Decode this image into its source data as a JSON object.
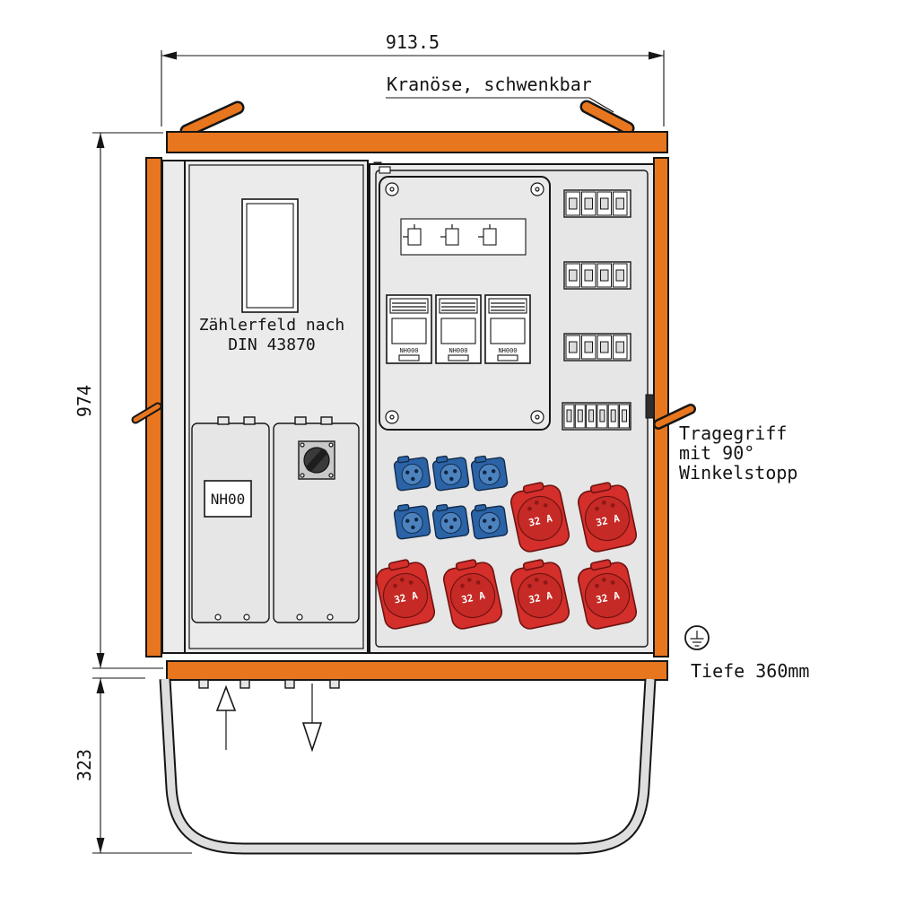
{
  "drawing": {
    "crane_label": "Kranöse, schwenkbar",
    "dim_width": "913.5",
    "dim_height": "974",
    "dim_base": "323",
    "depth_note": "Tiefe 360mm",
    "meter_field": {
      "line1": "Zählerfeld nach",
      "line2": "DIN 43870"
    },
    "handle_note": {
      "line1": "Tragegriff",
      "line2": "mit 90°",
      "line3": "Winkelstopp"
    },
    "fuse_holder_label": "NH00",
    "fuse_switch_label": "NH000",
    "socket_amp_label": "32 A"
  },
  "colors": {
    "cabinet_orange": "#E8761F",
    "panel_gray": "#EBEBEB",
    "socket_blue": "#2B63A7",
    "socket_red": "#D42F2B",
    "tube_gray": "#DEDEDE",
    "line_black": "#161616"
  },
  "components": {
    "nh000_switches": 3,
    "mcb_groups": 4,
    "blue_sockets": 6,
    "red_sockets_32a": 6
  }
}
